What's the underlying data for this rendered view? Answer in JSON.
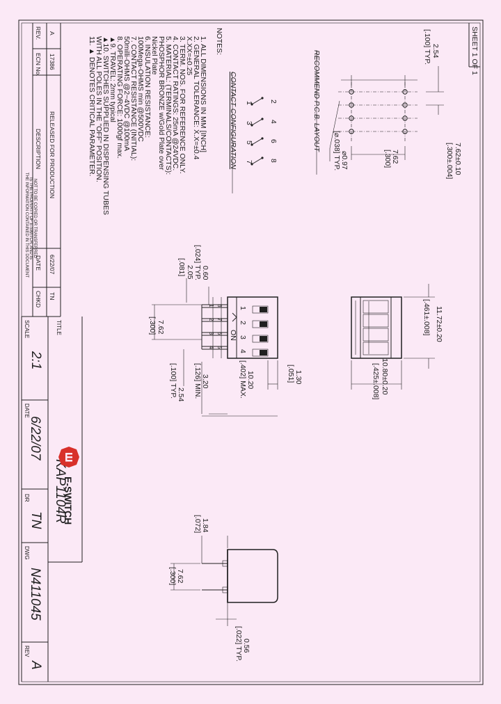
{
  "sheet": "SHEET 1 OF 1",
  "title_block": {
    "title_label": "TITLE",
    "part_number": "KAP1104R",
    "scale_label": "SCALE",
    "scale": "2:1",
    "date_label": "DATE",
    "date": "6/22/07",
    "dr_label": "DR",
    "dr": "TN",
    "dwg_label": "DWG",
    "dwg": "N411045",
    "rev_label": "REV",
    "rev": "A",
    "company": "E-SWITCH",
    "brand_colors": {
      "logo_red": "#d8302a"
    }
  },
  "revision_table": {
    "headers": {
      "rev": "REV.",
      "ecn": "ECN No.",
      "description": "DESCRIPTION",
      "date": "DATE",
      "chkd": "CHKD"
    },
    "rows": [
      {
        "rev": "A",
        "ecn": "17386",
        "description": "RELEASED FOR PRODUCTION",
        "date": "6/22/07",
        "chkd": "TN"
      }
    ]
  },
  "proprietary_notice": [
    "THE INFORMATION CONTAINED IN THIS DOCUMENT",
    "IS THE PROPERTY OF E-SWITCH, AND IS",
    "NOT TO BE COPIED OR TRANSFERRED"
  ],
  "notes": {
    "heading": "NOTES:",
    "lines": [
      "1.  ALL DIMENSIONS IN MM [INCH]",
      "2.  GENERAL TOLERANCE: X.X=±0.4",
      "                                     X.XX=±0.25",
      "3.  TERM. NOS. FOR REFERENCE ONLY.",
      "4.  CONTACT RATINGS: 25mA @24VDC.",
      "5.  MATERIAL: (TERMINALS/CONTACTS):",
      "              PHOSPHOR BRONZE w/Gold Plate over",
      "                                              Nickel Plate",
      "6.  INSULATION RESISTANCE:",
      "           100Mega-OHMS min @500VDC",
      "7.  CONTACT RESISTANCE (INITIAL):",
      "           50milli-OHMS @2~4VDC @100mA",
      "8.  OPERATING FORCE: 1000gf max.",
      "▲9.  TRAVEL: 2mm typical",
      "▲10. SWITCHES SUPPLIED IN DISPENSING TUBES",
      "          WITH ALL POLES IN THE \"OFF\" POSITION.",
      "11. ▲ DENOTES CRITICAL PARAMETER."
    ]
  },
  "contact_configuration": {
    "title": "CONTACT CONFIGURATION",
    "top_numbers": [
      "2",
      "4",
      "6",
      "8"
    ],
    "bottom_numbers": [
      "1",
      "3",
      "5",
      "7"
    ]
  },
  "pcb_layout": {
    "title": "RECOMMEND P.C.B. LAYOUT",
    "dims": {
      "pitch": "2.54",
      "pitch_in": "[.100] TYP.",
      "hole": "⌀0.97",
      "hole_in": "[⌀.038] TYP.",
      "row_mm": "7.62",
      "row_in": "[.300]",
      "row_tol_mm": "7.62±0.10",
      "row_tol_in": "[.300±.004]"
    }
  },
  "top_view": {
    "dims": {
      "length_mm": "11.72±0.20",
      "length_in": "[.461±.008]",
      "width_mm": "10.80±0.20",
      "width_in": "[.425±.008]"
    }
  },
  "front_view": {
    "label_on": "ON",
    "slot_numbers": [
      "1",
      "2",
      "3",
      "4"
    ],
    "dims": {
      "lead_w": "0.60",
      "lead_w_in": "[.024] TYP.",
      "lead_pitch": "2.05",
      "lead_pitch_in": "[.081]",
      "row": "7.62",
      "row_in": "[.300]",
      "pitch": "2.54",
      "pitch_in": "[.100] TYP.",
      "pin_len": "3.20",
      "pin_len_in": "[.126] MIN.",
      "height": "10.20",
      "height_in": "[.402] MAX.",
      "actuator": "1.30",
      "actuator_in": "[.051]",
      "pin_nums_top": [
        "8",
        "7",
        "6",
        "5"
      ],
      "pin_nums_bottom": [
        "1",
        "2",
        "3",
        "4"
      ]
    }
  },
  "side_view": {
    "dims": {
      "standoff": "1.84",
      "standoff_in": "[.072]",
      "row": "7.62",
      "row_in": "[.300]",
      "lead_t": "0.56",
      "lead_t_in": "[.022] TYP."
    }
  }
}
